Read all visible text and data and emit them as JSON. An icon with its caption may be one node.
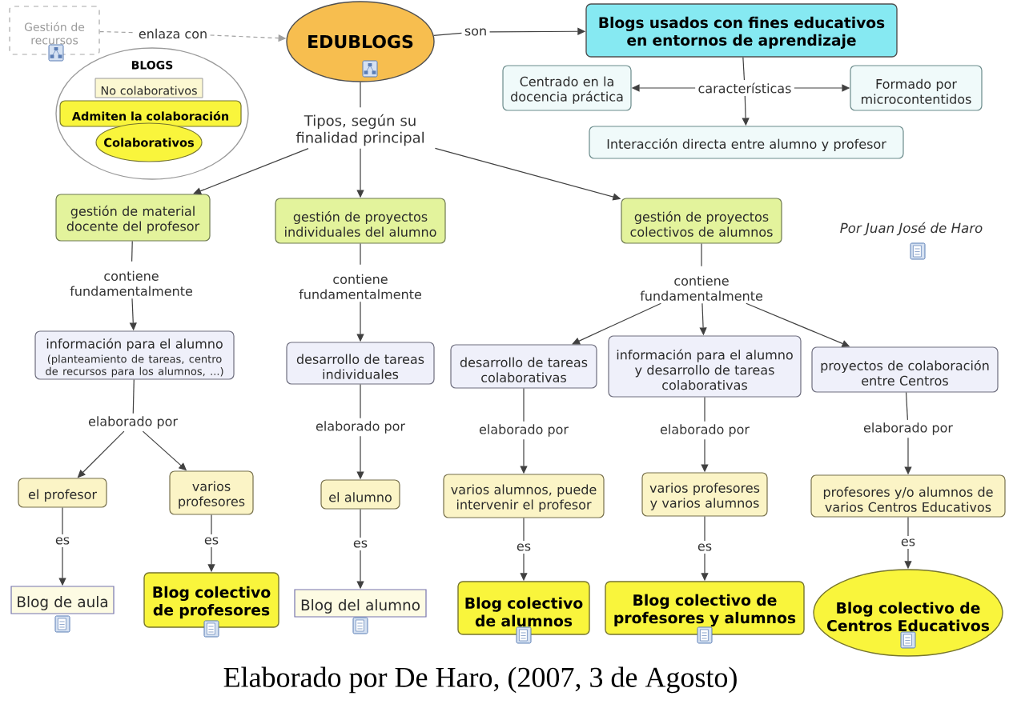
{
  "diagram": {
    "caption": "Elaborado por De Haro, (2007, 3 de Agosto)",
    "nodes": [
      {
        "text": [
          "Gestión de recursos"
        ]
      },
      {
        "text": [
          "enlaza con"
        ]
      },
      {
        "text": [
          "EDUBLOGS"
        ]
      },
      {
        "text": [
          "son"
        ]
      },
      {
        "text": [
          "Blogs usados con fines educativos en entornos de aprendizaje"
        ]
      },
      {
        "text": [
          "BLOGS"
        ]
      },
      {
        "text": [
          "No colaborativos"
        ],
        "in": 5
      },
      {
        "text": [
          "Admiten la colaboración"
        ],
        "in": 5
      },
      {
        "text": [
          "Colaborativos"
        ],
        "in": 5
      },
      {
        "text": [
          "Centrado en la docencia práctica"
        ]
      },
      {
        "text": [
          "características"
        ]
      },
      {
        "text": [
          "Formado por microcontentidos"
        ]
      },
      {
        "text": [
          "Interacción directa entre alumno y profesor"
        ]
      },
      {
        "text": [
          "Tipos, según su finalidad principal"
        ]
      },
      {
        "text": [
          "gestión de material docente del profesor"
        ]
      },
      {
        "text": [
          "gestión de proyectos individuales del alumno"
        ]
      },
      {
        "text": [
          "gestión de proyectos colectivos de alumnos"
        ]
      },
      {
        "text": [
          "contiene fundamentalmente"
        ]
      },
      {
        "text": [
          "contiene fundamentalmente"
        ]
      },
      {
        "text": [
          "contiene fundamentalmente"
        ]
      },
      {
        "text": [
          "información para el alumno",
          "(planteamiento de tareas, centro de recursos para los alumnos, ...)"
        ]
      },
      {
        "text": [
          "desarrollo de tareas individuales"
        ]
      },
      {
        "text": [
          "desarrollo de tareas colaborativas"
        ]
      },
      {
        "text": [
          "información para el alumno y desarrollo de tareas colaborativas"
        ]
      },
      {
        "text": [
          "proyectos de colaboración entre Centros"
        ]
      },
      {
        "text": [
          "elaborado por"
        ]
      },
      {
        "text": [
          "elaborado por"
        ]
      },
      {
        "text": [
          "elaborado por"
        ]
      },
      {
        "text": [
          "elaborado por"
        ]
      },
      {
        "text": [
          "elaborado por"
        ]
      },
      {
        "text": [
          "el profesor"
        ]
      },
      {
        "text": [
          "varios profesores"
        ]
      },
      {
        "text": [
          "el alumno"
        ]
      },
      {
        "text": [
          "varios alumnos, puede intervenir el profesor"
        ]
      },
      {
        "text": [
          "varios profesores y varios alumnos"
        ]
      },
      {
        "text": [
          "profesores y/o alumnos de varios Centros Educativos"
        ]
      },
      {
        "text": [
          "es"
        ]
      },
      {
        "text": [
          "es"
        ]
      },
      {
        "text": [
          "es"
        ]
      },
      {
        "text": [
          "es"
        ]
      },
      {
        "text": [
          "es"
        ]
      },
      {
        "text": [
          "es"
        ]
      },
      {
        "text": [
          "Blog de aula"
        ]
      },
      {
        "text": [
          "Blog colectivo de profesores"
        ]
      },
      {
        "text": [
          "Blog del alumno"
        ]
      },
      {
        "text": [
          "Blog colectivo de alumnos"
        ]
      },
      {
        "text": [
          "Blog colectivo de profesores y alumnos"
        ]
      },
      {
        "text": [
          "Blog colectivo de Centros Educativos"
        ]
      }
    ],
    "edges": [
      {
        "from": 0,
        "to": 1,
        "arrow": "none",
        "style": "dashed",
        "color": "#a0a0a0"
      },
      {
        "from": 1,
        "to": 2,
        "arrow": "to",
        "style": "dashed",
        "color": "#a0a0a0"
      },
      {
        "from": 2,
        "to": 3,
        "arrow": "none"
      },
      {
        "from": 3,
        "to": 4,
        "arrow": "to"
      },
      {
        "from": 4,
        "to": 10,
        "arrow": "none"
      },
      {
        "from": 10,
        "to": 9,
        "arrow": "to"
      },
      {
        "from": 10,
        "to": 11,
        "arrow": "to"
      },
      {
        "from": 10,
        "to": 12,
        "arrow": "to"
      },
      {
        "from": 2,
        "to": 13,
        "arrow": "none"
      },
      {
        "from": 13,
        "to": 14,
        "arrow": "to"
      },
      {
        "from": 13,
        "to": 15,
        "arrow": "to"
      },
      {
        "from": 13,
        "to": 16,
        "arrow": "to"
      },
      {
        "from": 14,
        "to": 17,
        "arrow": "none"
      },
      {
        "from": 17,
        "to": 20,
        "arrow": "to"
      },
      {
        "from": 15,
        "to": 18,
        "arrow": "none"
      },
      {
        "from": 18,
        "to": 21,
        "arrow": "to"
      },
      {
        "from": 16,
        "to": 19,
        "arrow": "none"
      },
      {
        "from": 19,
        "to": 22,
        "arrow": "to"
      },
      {
        "from": 19,
        "to": 23,
        "arrow": "to"
      },
      {
        "from": 19,
        "to": 24,
        "arrow": "to"
      },
      {
        "from": 20,
        "to": 25,
        "arrow": "none"
      },
      {
        "from": 25,
        "to": 30,
        "arrow": "to"
      },
      {
        "from": 25,
        "to": 31,
        "arrow": "to"
      },
      {
        "from": 21,
        "to": 26,
        "arrow": "none"
      },
      {
        "from": 26,
        "to": 32,
        "arrow": "to"
      },
      {
        "from": 22,
        "to": 27,
        "arrow": "none"
      },
      {
        "from": 27,
        "to": 33,
        "arrow": "to"
      },
      {
        "from": 23,
        "to": 28,
        "arrow": "none"
      },
      {
        "from": 28,
        "to": 34,
        "arrow": "to"
      },
      {
        "from": 24,
        "to": 29,
        "arrow": "none"
      },
      {
        "from": 29,
        "to": 35,
        "arrow": "to"
      },
      {
        "from": 30,
        "to": 36,
        "arrow": "none"
      },
      {
        "from": 36,
        "to": 42,
        "arrow": "to"
      },
      {
        "from": 31,
        "to": 37,
        "arrow": "none"
      },
      {
        "from": 37,
        "to": 43,
        "arrow": "to"
      },
      {
        "from": 32,
        "to": 38,
        "arrow": "none"
      },
      {
        "from": 38,
        "to": 44,
        "arrow": "to"
      },
      {
        "from": 33,
        "to": 39,
        "arrow": "none"
      },
      {
        "from": 39,
        "to": 45,
        "arrow": "to"
      },
      {
        "from": 34,
        "to": 40,
        "arrow": "none"
      },
      {
        "from": 40,
        "to": 46,
        "arrow": "to"
      },
      {
        "from": 35,
        "to": 41,
        "arrow": "none"
      },
      {
        "from": 41,
        "to": 47,
        "arrow": "to"
      }
    ],
    "labels": [
      "Por Juan José de Haro"
    ]
  }
}
